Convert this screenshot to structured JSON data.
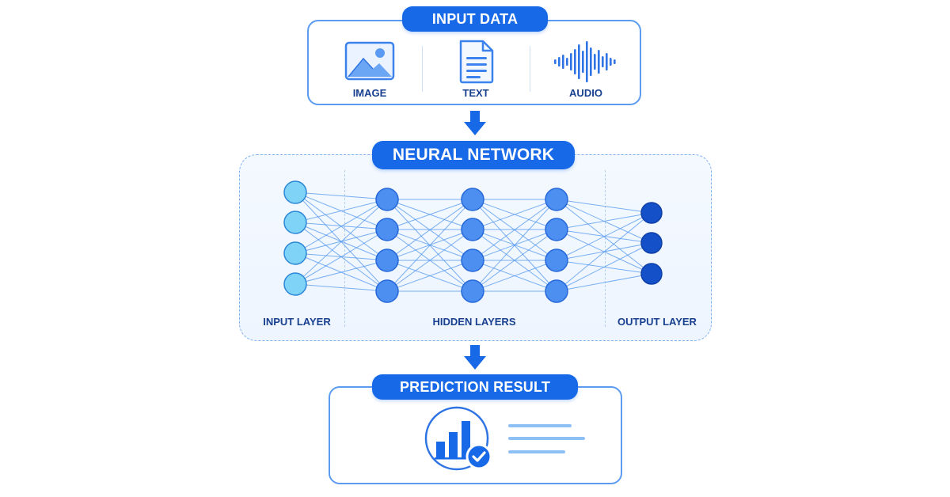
{
  "input_panel": {
    "title": "INPUT DATA",
    "items": [
      {
        "label": "IMAGE",
        "icon": "image-icon"
      },
      {
        "label": "TEXT",
        "icon": "document-icon"
      },
      {
        "label": "AUDIO",
        "icon": "audio-waveform-icon"
      }
    ]
  },
  "network_panel": {
    "title": "NEURAL NETWORK",
    "layer_labels": {
      "input": "INPUT LAYER",
      "hidden": "HIDDEN LAYERS",
      "output": "OUTPUT LAYER"
    },
    "layers": [
      {
        "role": "input",
        "nodes": 4
      },
      {
        "role": "hidden",
        "nodes": 4
      },
      {
        "role": "hidden",
        "nodes": 4
      },
      {
        "role": "hidden",
        "nodes": 4
      },
      {
        "role": "output",
        "nodes": 3
      }
    ]
  },
  "result_panel": {
    "title": "PREDICTION RESULT",
    "icon": "bar-chart-check-icon"
  },
  "colors": {
    "accent": "#1769e8",
    "border": "#5b9cf0",
    "input_node": "#7fd3f7",
    "hidden_node": "#4d8ff0",
    "output_node": "#1450c8",
    "label": "#18408f"
  }
}
